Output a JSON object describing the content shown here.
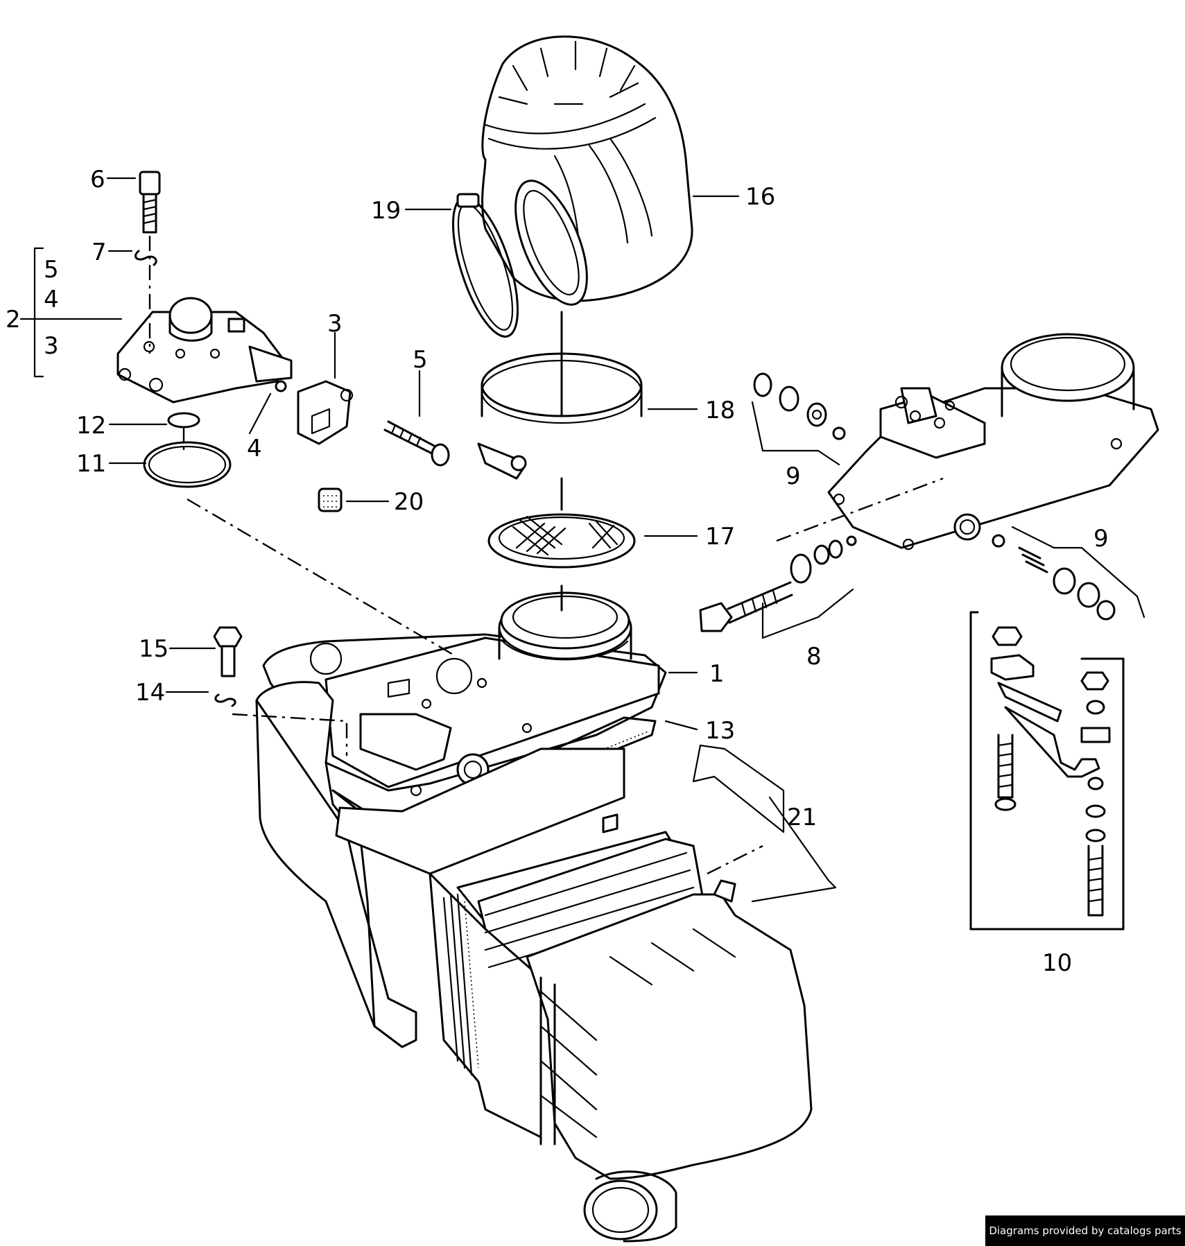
{
  "callouts": {
    "c1": "1",
    "c2": "2",
    "c3": "3",
    "c3b": "3",
    "c4": "4",
    "c4b": "4",
    "c5": "5",
    "c5b": "5",
    "c6": "6",
    "c7": "7",
    "c8": "8",
    "c9a": "9",
    "c9b": "9",
    "c10": "10",
    "c11": "11",
    "c12": "12",
    "c13": "13",
    "c14": "14",
    "c15": "15",
    "c16": "16",
    "c17": "17",
    "c18": "18",
    "c19": "19",
    "c20": "20",
    "c21": "21"
  },
  "credit": "Diagrams provided by catalogs parts"
}
